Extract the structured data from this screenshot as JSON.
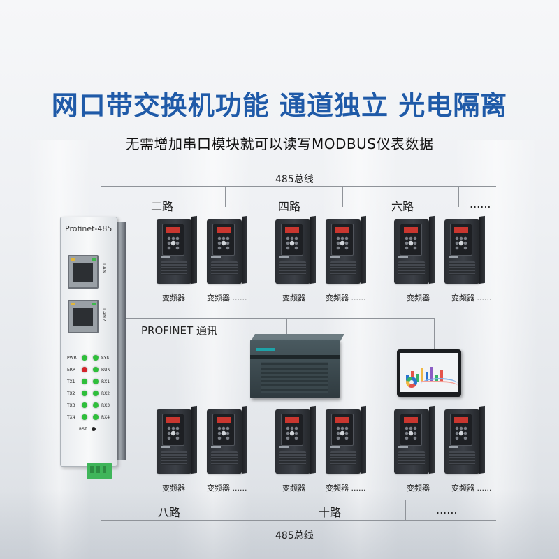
{
  "header": {
    "headline": "网口带交换机功能 通道独立 光电隔离",
    "subline": "无需增加串口模块就可以读写MODBUS仪表数据"
  },
  "bus": {
    "top_label": "485总线",
    "bottom_label": "485总线",
    "protocol_label": "PROFINET 通讯"
  },
  "routes": {
    "top": [
      "二路",
      "四路",
      "六路",
      "......"
    ],
    "bottom": [
      "八路",
      "十路",
      "......"
    ]
  },
  "gateway": {
    "model": "Profinet-485",
    "lan_ports": [
      "LAN1",
      "LAN2"
    ],
    "led_left": [
      "PWR",
      "ERR",
      "TX1",
      "TX2",
      "TX3",
      "TX4"
    ],
    "led_right": [
      "SYS",
      "RUN",
      "RX1",
      "RX2",
      "RX3",
      "RX4"
    ],
    "reset": "RST",
    "status_colors": {
      "ok": "#2fbf3b",
      "err": "#d3242b"
    }
  },
  "devices": {
    "top_row": [
      "变频器",
      "变频器 ......",
      "变频器",
      "变频器 ......",
      "变频器",
      "变频器 ......"
    ],
    "bottom_row": [
      "变频器",
      "变频器 ......",
      "变频器",
      "变频器 ......",
      "变频器",
      "变频器 ......"
    ]
  },
  "colors": {
    "headline": "#1f5aa8",
    "bus": "#8f9399"
  }
}
